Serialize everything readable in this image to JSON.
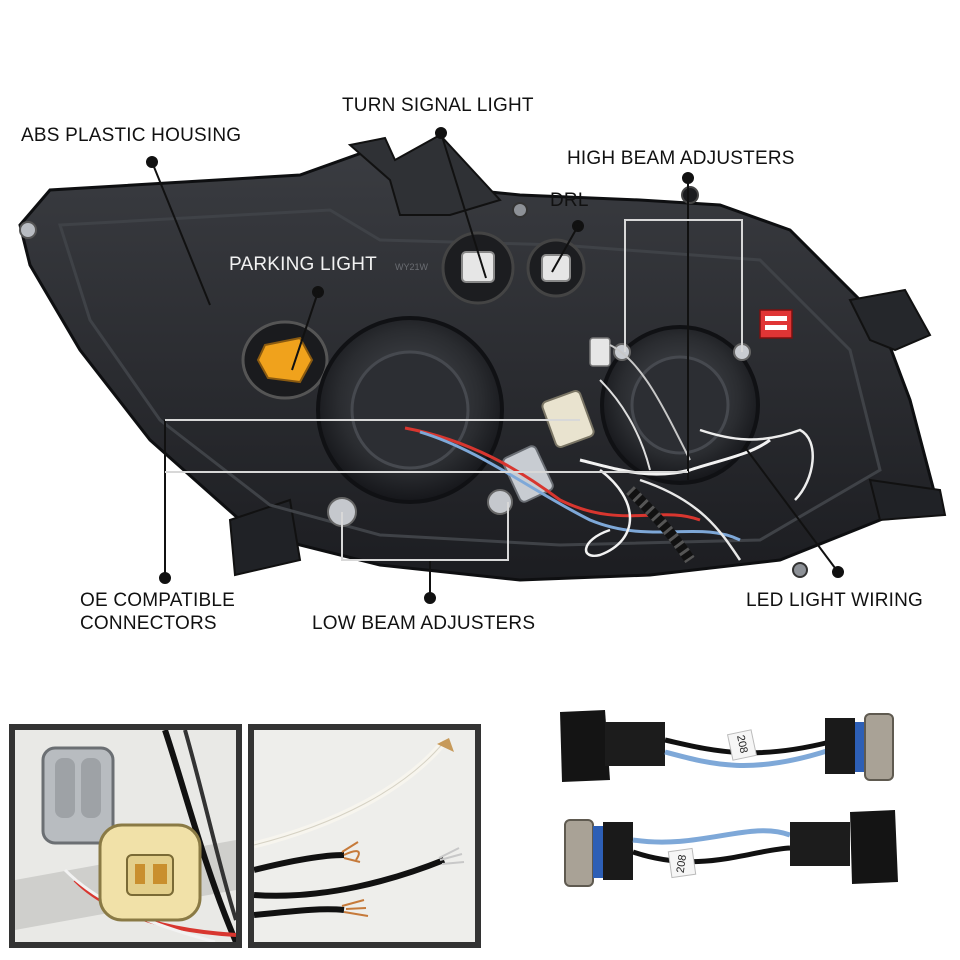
{
  "callouts": {
    "abs_housing": "ABS PLASTIC HOUSING",
    "turn_signal": "TURN SIGNAL LIGHT",
    "high_beam": "HIGH BEAM ADJUSTERS",
    "drl": "DRL",
    "parking": "PARKING LIGHT",
    "oe_connectors_line1": "OE COMPATIBLE",
    "oe_connectors_line2": "CONNECTORS",
    "low_beam": "LOW BEAM ADJUSTERS",
    "led_wiring": "LED LIGHT WIRING"
  },
  "markings": {
    "bulb_code_top": "208",
    "bulb_code_bottom": "208",
    "lamp_stamp": "WY21W"
  },
  "colors": {
    "callout_line": "#111111",
    "guide_line": "#d8d8d8",
    "housing": "#2b2d31",
    "panel_border": "#333333",
    "amber": "#f0a21c",
    "wire_red": "#d8362f",
    "wire_blue": "#7ea8d8"
  }
}
